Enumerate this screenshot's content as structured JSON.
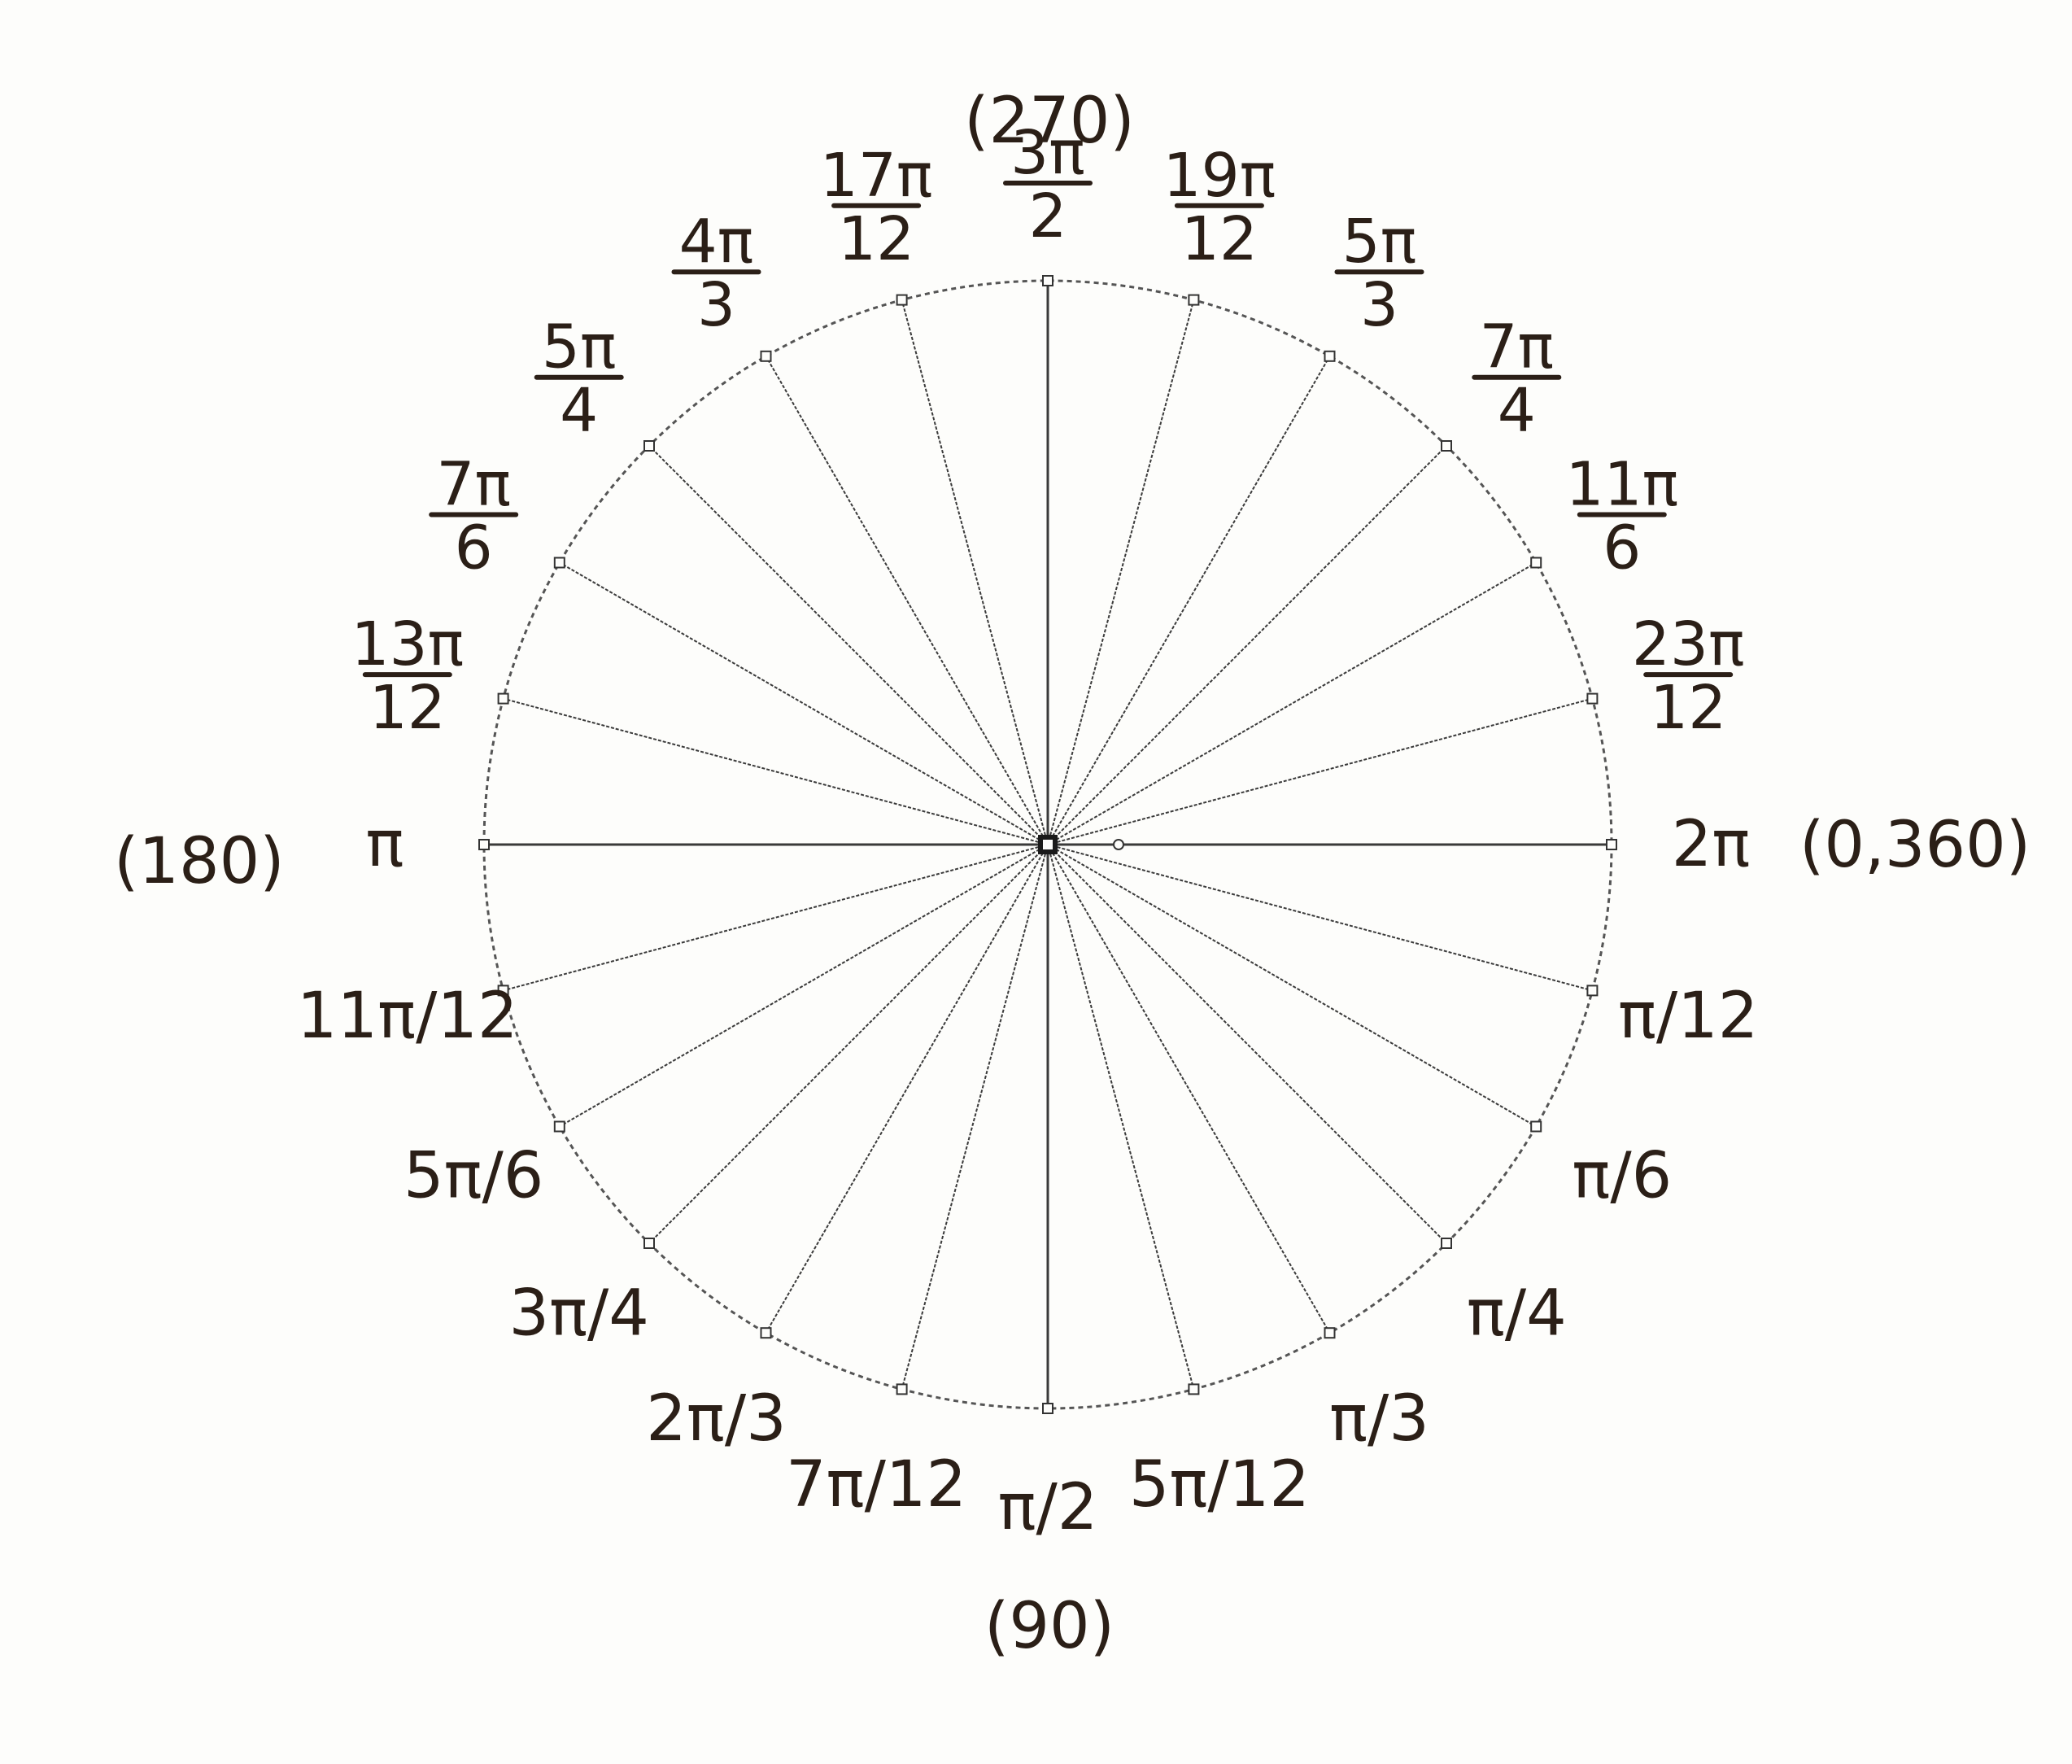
{
  "colors": {
    "paper": "#fdfdfb",
    "ink": "#2b1f17",
    "line": "#3a3a3a"
  },
  "angles": [
    {
      "key": "a0",
      "theta_over_pi_12": 0,
      "style": "inline",
      "text": "2π"
    },
    {
      "key": "a1",
      "theta_over_pi_12": 1,
      "style": "inline",
      "text": "π/12"
    },
    {
      "key": "a2",
      "theta_over_pi_12": 2,
      "style": "inline",
      "text": "π/6"
    },
    {
      "key": "a3",
      "theta_over_pi_12": 3,
      "style": "inline",
      "text": "π/4"
    },
    {
      "key": "a4",
      "theta_over_pi_12": 4,
      "style": "inline",
      "text": "π/3"
    },
    {
      "key": "a5",
      "theta_over_pi_12": 5,
      "style": "inline",
      "text": "5π/12"
    },
    {
      "key": "a6",
      "theta_over_pi_12": 6,
      "style": "inline",
      "text": "π/2"
    },
    {
      "key": "a7",
      "theta_over_pi_12": 7,
      "style": "inline",
      "text": "7π/12"
    },
    {
      "key": "a8",
      "theta_over_pi_12": 8,
      "style": "inline",
      "text": "2π/3"
    },
    {
      "key": "a9",
      "theta_over_pi_12": 9,
      "style": "inline",
      "text": "3π/4"
    },
    {
      "key": "a10",
      "theta_over_pi_12": 10,
      "style": "inline",
      "text": "5π/6"
    },
    {
      "key": "a11",
      "theta_over_pi_12": 11,
      "style": "inline",
      "text": "11π/12"
    },
    {
      "key": "a12",
      "theta_over_pi_12": 12,
      "style": "inline",
      "text": "π"
    },
    {
      "key": "a13",
      "theta_over_pi_12": 13,
      "style": "frac",
      "num": "13π",
      "den": "12"
    },
    {
      "key": "a14",
      "theta_over_pi_12": 14,
      "style": "frac",
      "num": "7π",
      "den": "6"
    },
    {
      "key": "a15",
      "theta_over_pi_12": 15,
      "style": "frac",
      "num": "5π",
      "den": "4"
    },
    {
      "key": "a16",
      "theta_over_pi_12": 16,
      "style": "frac",
      "num": "4π",
      "den": "3"
    },
    {
      "key": "a17",
      "theta_over_pi_12": 17,
      "style": "frac",
      "num": "17π",
      "den": "12"
    },
    {
      "key": "a18",
      "theta_over_pi_12": 18,
      "style": "frac",
      "num": "3π",
      "den": "2"
    },
    {
      "key": "a19",
      "theta_over_pi_12": 19,
      "style": "frac",
      "num": "19π",
      "den": "12"
    },
    {
      "key": "a20",
      "theta_over_pi_12": 20,
      "style": "frac",
      "num": "5π",
      "den": "3"
    },
    {
      "key": "a21",
      "theta_over_pi_12": 21,
      "style": "frac",
      "num": "7π",
      "den": "4"
    },
    {
      "key": "a22",
      "theta_over_pi_12": 22,
      "style": "frac",
      "num": "11π",
      "den": "6"
    },
    {
      "key": "a23",
      "theta_over_pi_12": 23,
      "style": "frac",
      "num": "23π",
      "den": "12"
    }
  ],
  "degree_labels": {
    "right": "(0,360)",
    "bottom": "(90)",
    "left": "(180)",
    "top": "(270)"
  }
}
